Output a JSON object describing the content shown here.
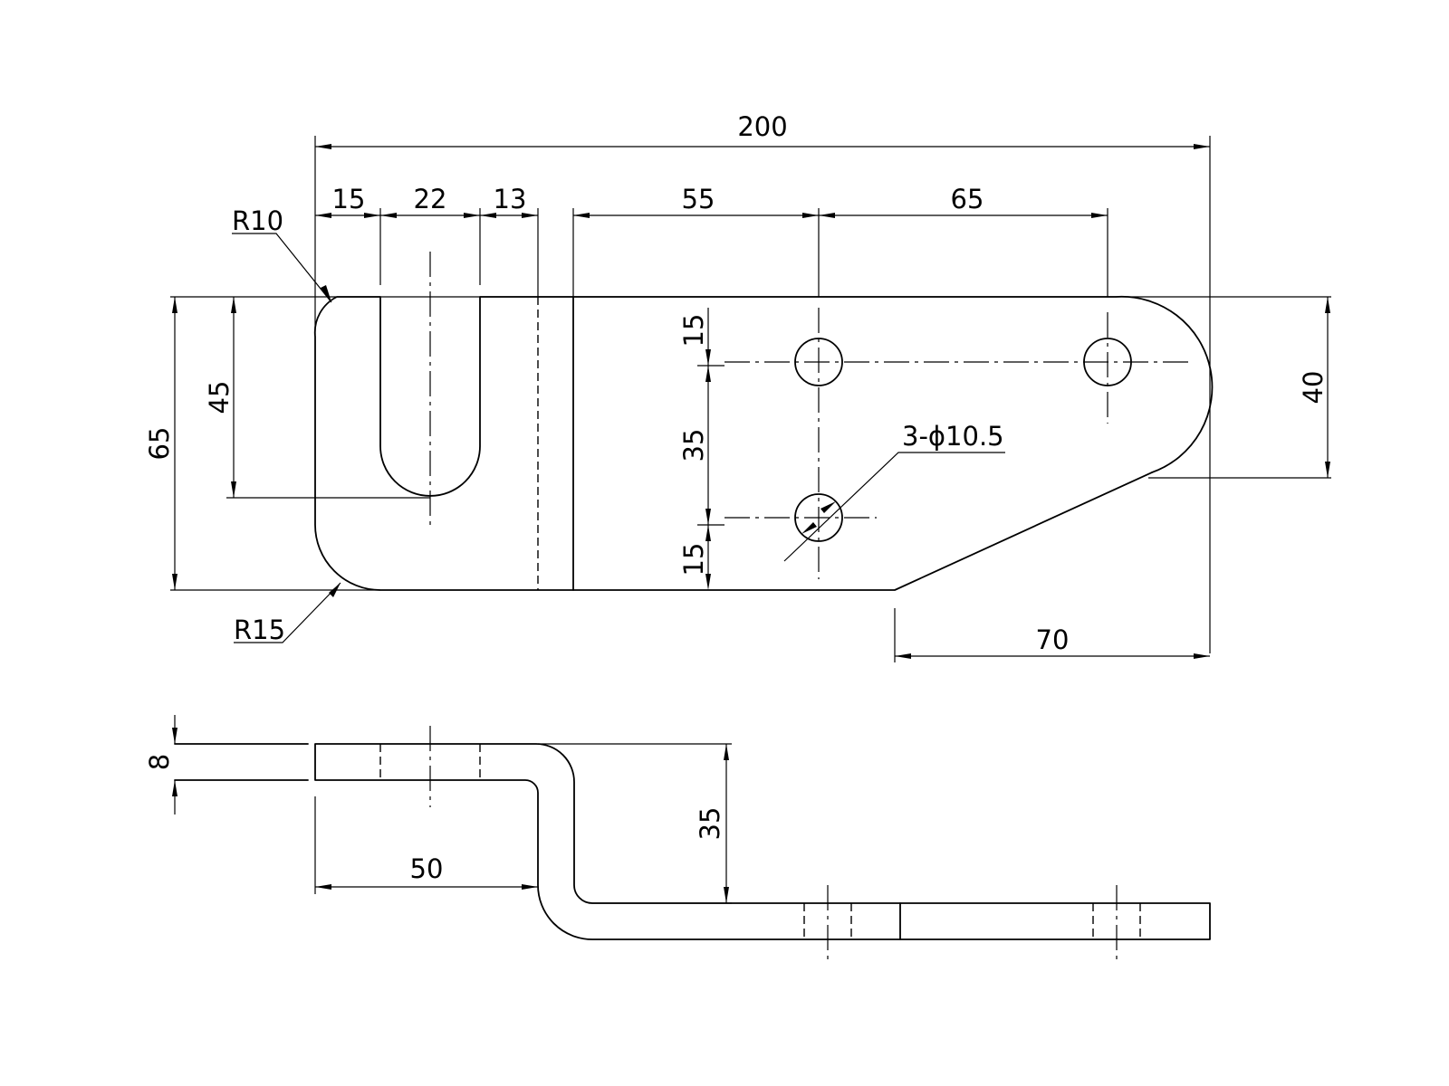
{
  "drawing": {
    "plan_view": {
      "overall_length": "200",
      "slot_offset": "15",
      "slot_width": "22",
      "slot_to_bend": "13",
      "bend_to_hole": "55",
      "hole_pitch": "65",
      "corner_radius_top": "R10",
      "corner_radius_bottom": "R15",
      "overall_height": "65",
      "slot_depth": "45",
      "hole_from_top": "15",
      "hole_spacing_vertical": "35",
      "hole_from_bottom": "15",
      "hole_callout": "3-ϕ10.5",
      "end_height": "40",
      "chamfer_length": "70"
    },
    "side_view": {
      "thickness": "8",
      "offset_height": "35",
      "step_length": "50"
    }
  }
}
